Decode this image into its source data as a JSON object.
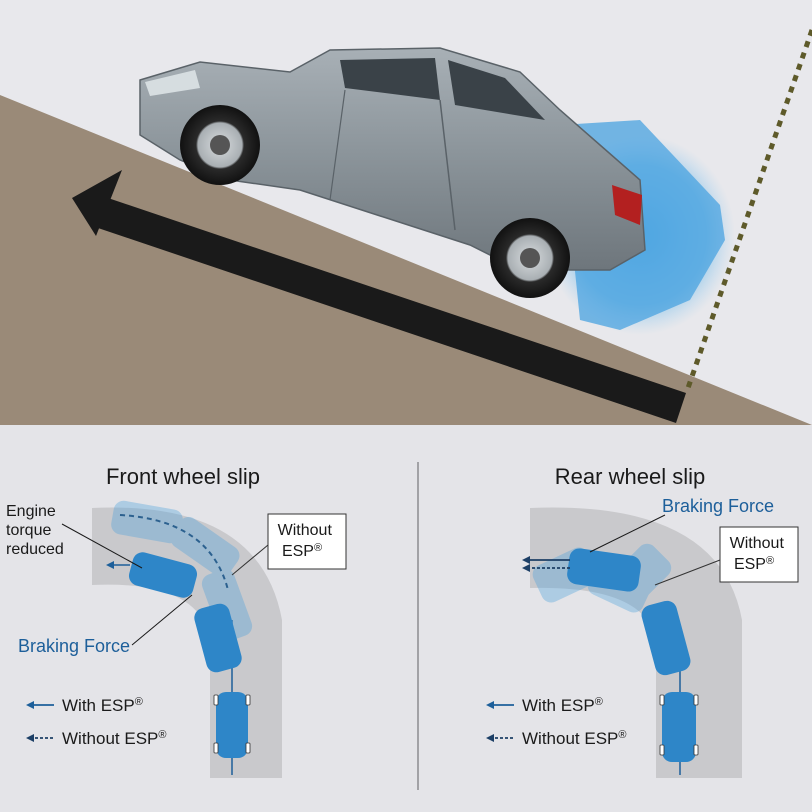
{
  "colors": {
    "background": "#e4e4e8",
    "ground": "#9a8a78",
    "arrow": "#1a1a1a",
    "car_body": "#8a9399",
    "esp_glow": "#5aaee6",
    "car_blue": "#2e86c8",
    "road_gray": "#c9c9cc",
    "label_blue": "#1d5f9a",
    "guide_dotted": "#5e5a2a"
  },
  "hill_scene": {
    "car_icon": "sedan-icon",
    "direction_icon": "arrow-left-icon"
  },
  "front_panel": {
    "title": "Front wheel slip",
    "engine_label": [
      "Engine",
      "torque",
      "reduced"
    ],
    "without_esp_label": [
      "Without",
      "ESP"
    ],
    "braking_label": "Braking Force",
    "legend": {
      "with_esp": "With ESP",
      "without_esp": "Without ESP"
    }
  },
  "rear_panel": {
    "title": "Rear wheel slip",
    "braking_label": "Braking Force",
    "without_esp_label": [
      "Without",
      "ESP"
    ],
    "legend": {
      "with_esp": "With ESP",
      "without_esp": "Without ESP"
    }
  },
  "registered_mark": "®"
}
